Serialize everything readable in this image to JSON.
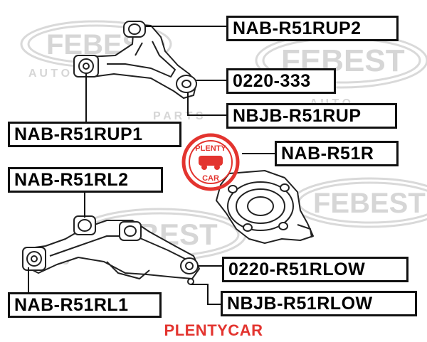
{
  "colors": {
    "accent": "#e3342f",
    "outline": "#111111",
    "watermark": "#d6d6d6"
  },
  "watermark": {
    "brand": "FEBEST",
    "auto": "A U T O",
    "parts": "P A R T S"
  },
  "stamp": {
    "word_top": "PLENTY",
    "word_bottom": "CAR"
  },
  "labels": {
    "nab_r51rup2": "NAB-R51RUP2",
    "p0220_333": "0220-333",
    "nbjb_r51rup": "NBJB-R51RUP",
    "nab_r51rup1": "NAB-R51RUP1",
    "nab_r51r": "NAB-R51R",
    "nab_r51rl2": "NAB-R51RL2",
    "p0220_r51rlow": "0220-R51RLOW",
    "nab_r51rl1": "NAB-R51RL1",
    "nbjb_r51rlow": "NBJB-R51RLOW"
  },
  "footer": "PLENTYCAR"
}
